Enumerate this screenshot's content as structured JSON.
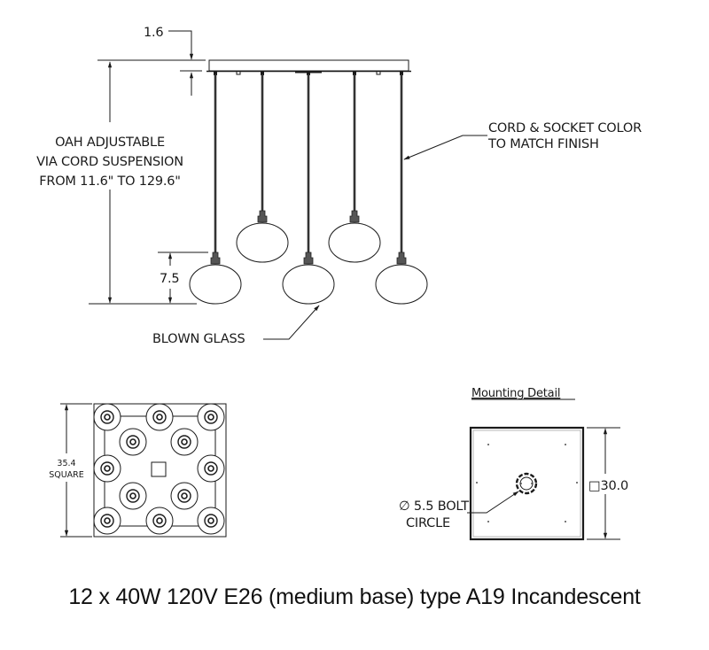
{
  "elevation_view": {
    "canopy_thickness_label": "1.6",
    "oah_note": [
      "OAH ADJUSTABLE",
      "VIA CORD SUSPENSION",
      "FROM 11.6\" TO 129.6\""
    ],
    "cord_note": [
      "CORD & SOCKET COLOR",
      "TO MATCH FINISH"
    ],
    "glass_height_label": "7.5",
    "glass_note": "BLOWN GLASS"
  },
  "plan_view": {
    "size_label": [
      "35.4",
      "SQUARE"
    ]
  },
  "mounting_detail": {
    "title": "Mounting Detail",
    "size_label": "□30.0",
    "bolt_note": [
      "∅ 5.5 BOLT",
      "CIRCLE"
    ]
  },
  "caption": "12 x 40W 120V E26 (medium base) type A19 Incandescent"
}
